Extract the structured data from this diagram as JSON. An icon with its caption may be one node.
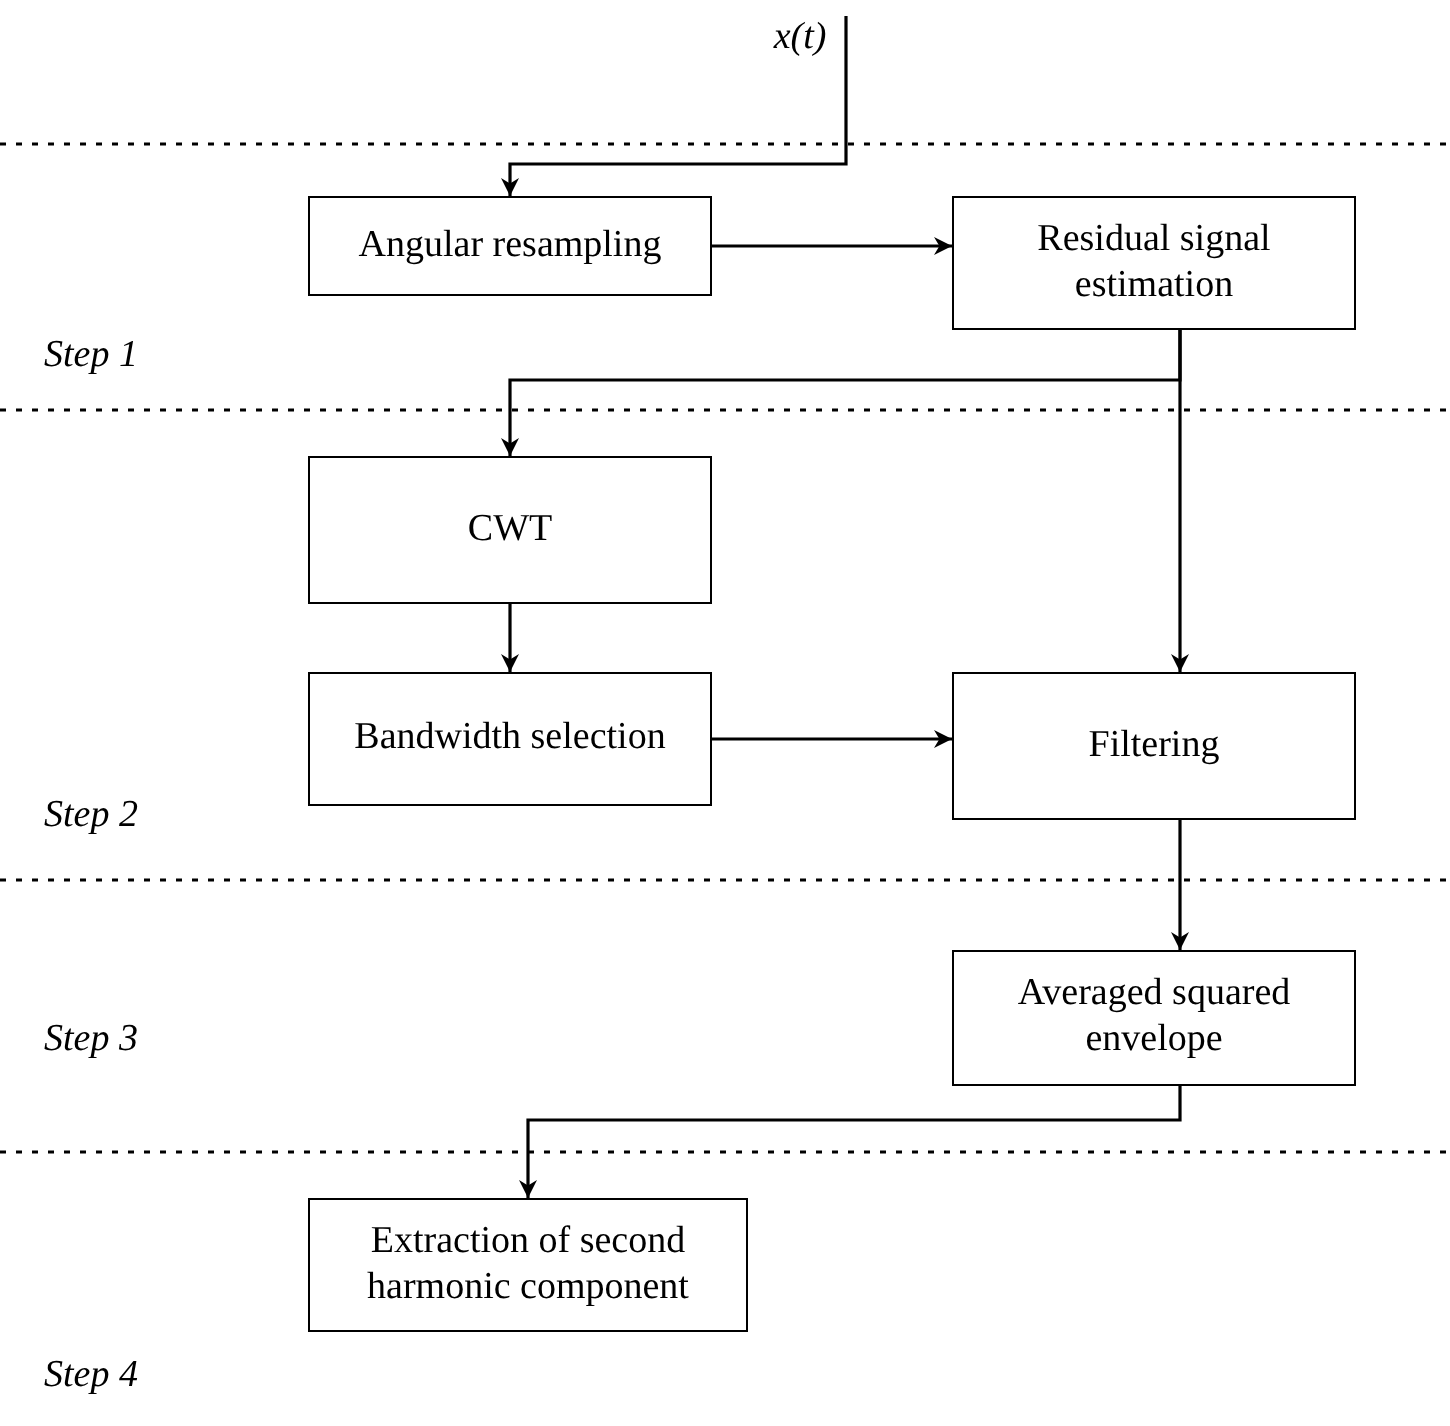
{
  "diagram": {
    "nodes": [
      {
        "text": [
          "x(t)"
        ]
      },
      {
        "text": [
          "Angular resampling"
        ]
      },
      {
        "text": [
          "Residual signal estimation"
        ]
      },
      {
        "text": [
          "CWT"
        ]
      },
      {
        "text": [
          "Bandwidth selection"
        ]
      },
      {
        "text": [
          "Filtering"
        ]
      },
      {
        "text": [
          "Averaged squared envelope"
        ]
      },
      {
        "text": [
          "Extraction of second harmonic component"
        ]
      }
    ],
    "edges": [
      {
        "from": 0,
        "to": 1,
        "arrow": "to"
      },
      {
        "from": 1,
        "to": 2,
        "arrow": "to"
      },
      {
        "from": 2,
        "to": 3,
        "arrow": "to"
      },
      {
        "from": 2,
        "to": 5,
        "arrow": "to"
      },
      {
        "from": 3,
        "to": 4,
        "arrow": "to"
      },
      {
        "from": 4,
        "to": 5,
        "arrow": "to"
      },
      {
        "from": 5,
        "to": 6,
        "arrow": "to"
      },
      {
        "from": 6,
        "to": 7,
        "arrow": "to"
      }
    ],
    "labels": [
      "Step 1",
      "Step 2",
      "Step 3",
      "Step 4"
    ]
  }
}
